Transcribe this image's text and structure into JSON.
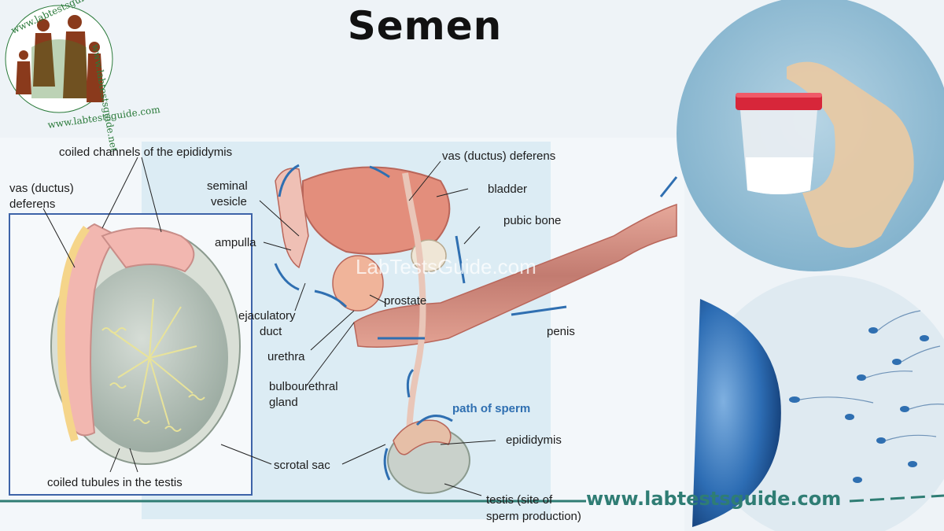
{
  "title": "Semen",
  "website": "www.labtestsguide.com",
  "watermark": "LabTestsGuide.com",
  "logo": {
    "top_text": "www.labtestsguide.com",
    "side_text": "www.labtestsguide.net",
    "bottom_text": "www.labtestsguide.com"
  },
  "labels": {
    "coiled_channels": "coiled channels of the epididymis",
    "vas_left_1": "vas (ductus)",
    "vas_left_2": "deferens",
    "seminal_1": "seminal",
    "seminal_2": "vesicle",
    "ampulla": "ampulla",
    "ejaculatory_1": "ejaculatory",
    "ejaculatory_2": "duct",
    "urethra": "urethra",
    "bulbourethral_1": "bulbourethral",
    "bulbourethral_2": "gland",
    "scrotal_sac": "scrotal sac",
    "coiled_tubules": "coiled tubules in the testis",
    "vas_top": "vas (ductus) deferens",
    "bladder": "bladder",
    "pubic_bone": "pubic bone",
    "prostate": "prostate",
    "penis": "penis",
    "path_of_sperm": "path of sperm",
    "epididymis": "epididymis",
    "testis_1": "testis (site of",
    "testis_2": "sperm production)"
  },
  "colors": {
    "accent_teal": "#2f7d74",
    "path_blue": "#2f6fb1",
    "tissue_pink": "#e8a79a",
    "inset_border": "#3d63a8"
  }
}
